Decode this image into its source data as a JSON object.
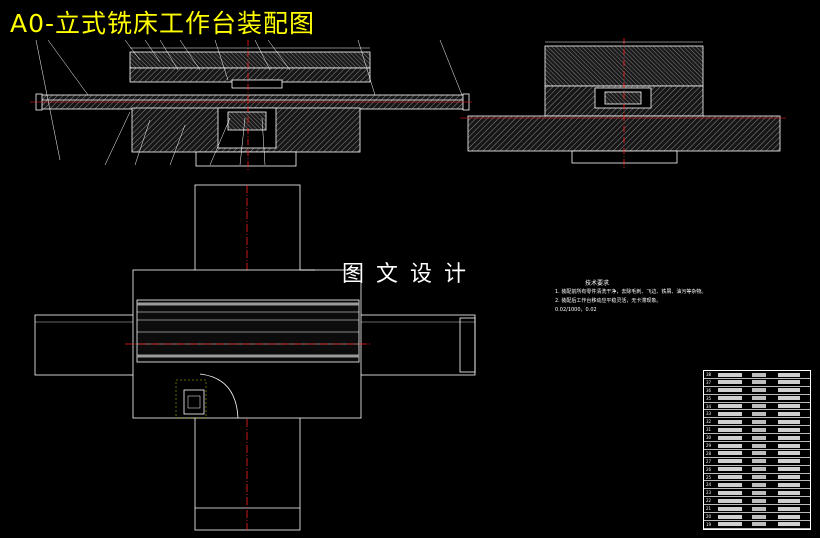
{
  "drawing": {
    "title": "A0-立式铣床工作台装配图",
    "watermark": "图文设计"
  },
  "notes": {
    "heading": "技术要求",
    "line1": "1. 装配前所有零件清洗干净，去除毛刺、飞边、铁屑、油污等杂物。",
    "line2": "2. 装配后工作台移动应平稳灵活，无卡滞现象。",
    "line3": "0.02/1000，0.02"
  },
  "bom": {
    "numbers": [
      "38",
      "37",
      "36",
      "35",
      "34",
      "33",
      "32",
      "31",
      "30",
      "29",
      "28",
      "27",
      "26",
      "25",
      "24",
      "23",
      "22",
      "21",
      "20",
      "19"
    ]
  },
  "colors": {
    "background": "#000000",
    "title": "#ffff00",
    "lines": "#ffffff",
    "centerline": "#ff2020",
    "leaders": "#ffffff",
    "hatch": "#9a9a9a"
  }
}
